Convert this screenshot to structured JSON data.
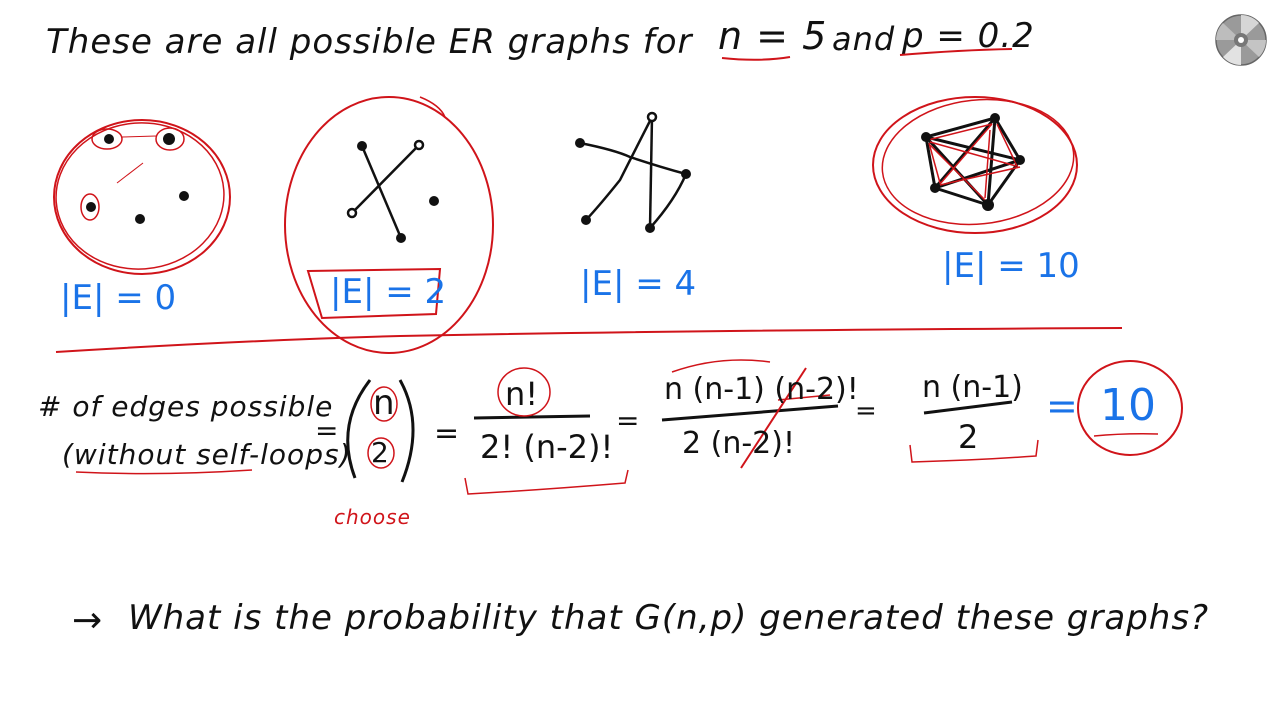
{
  "title": {
    "prefix": "These are all possible ER graphs for",
    "n_label": "n = 5",
    "and": "and",
    "p_label": "p = 0.2"
  },
  "colors": {
    "ink": "#111111",
    "annotation_red": "#d0141a",
    "label_blue": "#1a73e8",
    "background": "#ffffff"
  },
  "graphs": [
    {
      "id": "g0",
      "edge_label": "|E| = 0",
      "edges": 0,
      "circled": true,
      "boxed_label": false
    },
    {
      "id": "g2",
      "edge_label": "|E| = 2",
      "edges": 2,
      "circled": true,
      "boxed_label": true
    },
    {
      "id": "g4",
      "edge_label": "|E| = 4",
      "edges": 4,
      "circled": false,
      "boxed_label": false
    },
    {
      "id": "g10",
      "edge_label": "|E| = 10",
      "edges": 10,
      "circled": true,
      "boxed_label": false
    }
  ],
  "formula": {
    "lhs_line1": "# of edges possible",
    "lhs_line2": "(without self-loops)",
    "eq": "=",
    "binom_top": "n",
    "binom_bottom": "2",
    "choose_note": "choose",
    "frac1_num": "n!",
    "frac1_den": "2! (n-2)!",
    "frac2_num": "n (n-1) (n-2)!",
    "frac2_den": "2 (n-2)!",
    "frac3_num": "n (n-1)",
    "frac3_den": "2",
    "result": "10"
  },
  "question": {
    "arrow": "→",
    "text": "What is the probability that G(n,p) generated these graphs?"
  },
  "icons": {
    "corner": "disc-icon"
  }
}
